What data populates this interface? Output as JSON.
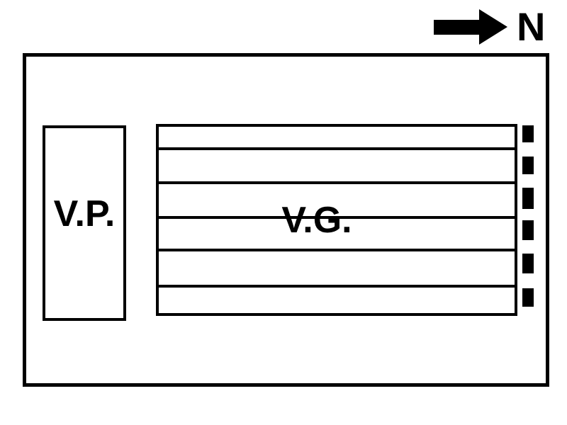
{
  "labels": {
    "north": "N",
    "vp": "V.P.",
    "vg": "V.G."
  },
  "vg_section_count": 6,
  "boundary_dash_count": 6,
  "colors": {
    "ink": "#000000",
    "background": "#ffffff"
  }
}
